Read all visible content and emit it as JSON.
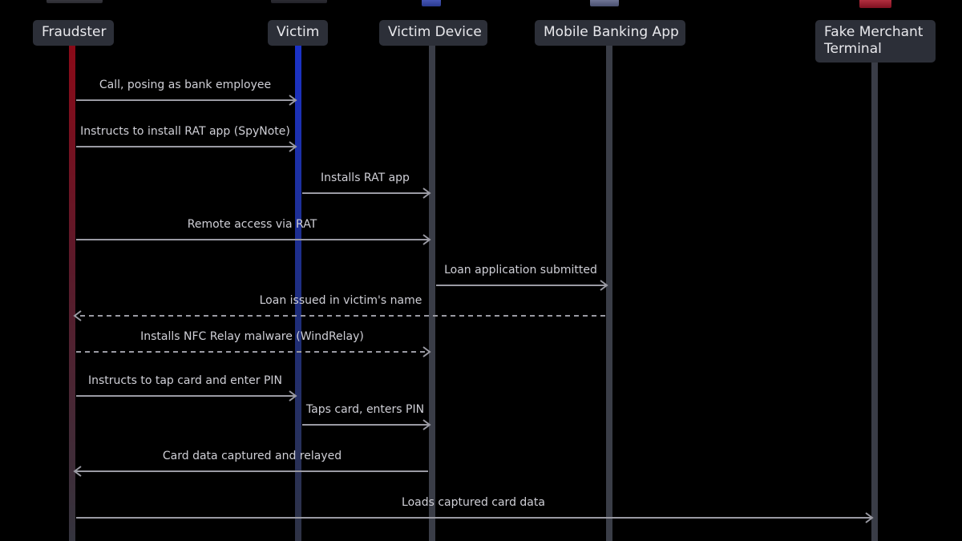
{
  "diagram": {
    "actors": [
      {
        "id": "fraudster",
        "label": "Fraudster",
        "lifeline_color": "#7a1020"
      },
      {
        "id": "victim",
        "label": "Victim",
        "lifeline_color": "#1a33b8"
      },
      {
        "id": "victim_device",
        "label": "Victim Device",
        "lifeline_color": "#3a3d47"
      },
      {
        "id": "mobile_banking",
        "label": "Mobile Banking App",
        "lifeline_color": "#3a3d47"
      },
      {
        "id": "fake_merchant",
        "label": "Fake Merchant Terminal",
        "lifeline_color": "#3a3d47"
      }
    ],
    "messages": [
      {
        "from": "fraudster",
        "to": "victim",
        "label": "Call, posing as bank employee",
        "style": "solid"
      },
      {
        "from": "fraudster",
        "to": "victim",
        "label": "Instructs to install RAT app (SpyNote)",
        "style": "solid"
      },
      {
        "from": "victim",
        "to": "victim_device",
        "label": "Installs RAT app",
        "style": "solid"
      },
      {
        "from": "fraudster",
        "to": "victim_device",
        "label": "Remote access via RAT",
        "style": "solid"
      },
      {
        "from": "victim_device",
        "to": "mobile_banking",
        "label": "Loan application submitted",
        "style": "solid"
      },
      {
        "from": "mobile_banking",
        "to": "fraudster",
        "label": "Loan issued in victim's name",
        "style": "dashed"
      },
      {
        "from": "fraudster",
        "to": "victim_device",
        "label": "Installs NFC Relay malware (WindRelay)",
        "style": "dashed"
      },
      {
        "from": "fraudster",
        "to": "victim",
        "label": "Instructs to tap card and enter PIN",
        "style": "solid"
      },
      {
        "from": "victim",
        "to": "victim_device",
        "label": "Taps card, enters PIN",
        "style": "solid"
      },
      {
        "from": "victim_device",
        "to": "fraudster",
        "label": "Card data captured and relayed",
        "style": "solid"
      },
      {
        "from": "fraudster",
        "to": "fake_merchant",
        "label": "Loads captured card data",
        "style": "solid"
      }
    ],
    "colors": {
      "background": "#000000",
      "arrow": "#9a9aa3",
      "label": "#cfcfd6",
      "box": "#2c2f38",
      "fraudster_accent": "#7a1020",
      "victim_accent": "#1a33b8"
    }
  }
}
